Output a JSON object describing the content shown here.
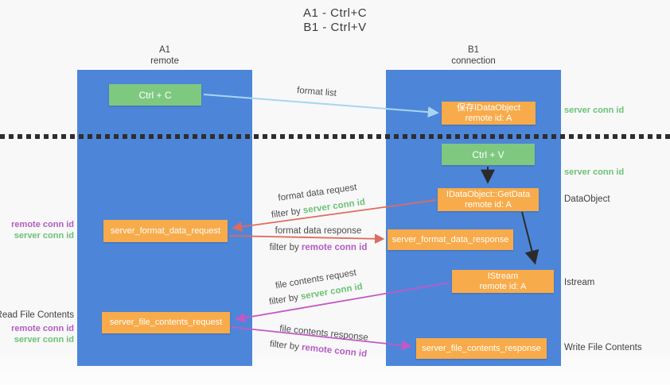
{
  "title": {
    "line1": "A1 - Ctrl+C",
    "line2": "B1 - Ctrl+V"
  },
  "lifelines": {
    "a1": {
      "name": "A1",
      "role": "remote"
    },
    "b1": {
      "name": "B1",
      "role": "connection"
    }
  },
  "boxes": {
    "ctrl_c": {
      "label": "Ctrl + C"
    },
    "ctrl_v": {
      "label": "Ctrl + V"
    },
    "save_dataobject": {
      "line1": "保存IDataObject",
      "line2": "remote id: A"
    },
    "getdata": {
      "line1": "IDataObject::GetData",
      "line2": "remote id: A"
    },
    "istream": {
      "line1": "IStream",
      "line2": "remote id: A"
    },
    "format_request": {
      "label": "server_format_data_request"
    },
    "format_response": {
      "label": "server_format_data_response"
    },
    "file_request": {
      "label": "server_file_contents_request"
    },
    "file_response": {
      "label": "server_file_contents_response"
    }
  },
  "arrow_labels": {
    "format_list": "format list",
    "format_data_request": {
      "line1": "format data request",
      "filter_prefix": "filter by ",
      "filter_key": "server conn id"
    },
    "format_data_response": {
      "line1": "format data response",
      "filter_prefix": "filter by ",
      "filter_key": "remote conn id"
    },
    "file_contents_request": {
      "line1": "file contents request",
      "filter_prefix": "filter by ",
      "filter_key": "server conn id"
    },
    "file_contents_response": {
      "line1": "file contents response",
      "filter_prefix": "filter by ",
      "filter_key": "remote conn id"
    }
  },
  "side_labels": {
    "right_server_conn_top": "server conn id",
    "right_server_conn_mid": "server conn id",
    "right_dataobject": "DataObject",
    "right_istream": "Istream",
    "right_write_file": "Write File Contents",
    "left_remote_conn_top": "remote conn id",
    "left_server_conn_top": "server conn id",
    "left_read_file": "Read File Contents",
    "left_remote_conn_bottom": "remote conn id",
    "left_server_conn_bottom": "server conn id"
  },
  "colors": {
    "lifeline_blue": "#4d86d9",
    "box_green": "#7ec880",
    "box_orange": "#f8ab4a",
    "arrow_blue": "#a9d5f2",
    "arrow_salmon": "#e06a5e",
    "arrow_magenta": "#c358c3",
    "arrow_black": "#2b2b2b",
    "label_green": "#6cc276",
    "label_purple": "#b55bc3",
    "divider_dark": "#2e2e2e",
    "text_dark": "#3f3f3f"
  }
}
